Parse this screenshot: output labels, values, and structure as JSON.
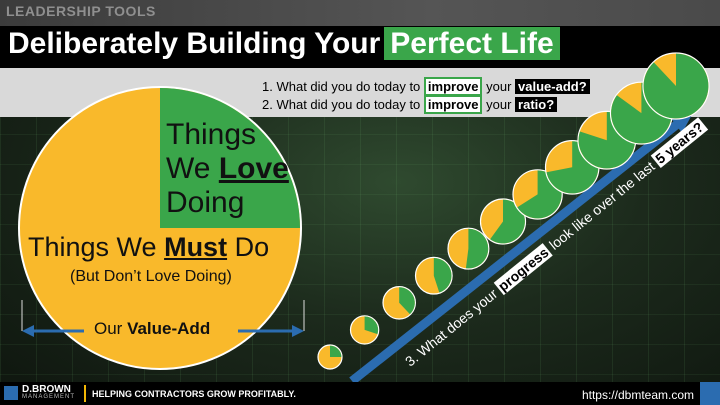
{
  "header": {
    "kicker": "LEADERSHIP TOOLS",
    "title_main": "Deliberately Building Your",
    "title_highlight": "Perfect Life"
  },
  "questions": [
    {
      "num": "1.",
      "pre": "What did you do today to",
      "highlight": "improve",
      "mid": "your",
      "badge": "value-add?"
    },
    {
      "num": "2.",
      "pre": "What did you do today to",
      "highlight": "improve",
      "mid": "your",
      "badge": "ratio?"
    }
  ],
  "big_pie": {
    "love_fraction": 0.25,
    "love_line1": "Things",
    "love_line2": "We",
    "love_word": "Love",
    "love_line3": "Doing",
    "must_pre": "Things We",
    "must_word": "Must",
    "must_post": "Do",
    "must_note": "(But Don’t Love Doing)",
    "valueadd_pre": "Our",
    "valueadd_word": "Value-Add"
  },
  "progress": {
    "label_pre": "3. What does your",
    "label_word1": "progress",
    "label_mid": "look like over the last",
    "label_word2": "5 years?",
    "pie_green_fractions": [
      0.25,
      0.3,
      0.38,
      0.45,
      0.52,
      0.6,
      0.66,
      0.72,
      0.8,
      0.85,
      0.88
    ]
  },
  "footer": {
    "logo_main": "D.BROWN",
    "logo_sub": "MANAGEMENT",
    "tagline": "HELPING CONTRACTORS GROW PROFITABLY.",
    "url": "https://dbmteam.com"
  },
  "colors": {
    "green": "#3aa64a",
    "yellow": "#f9b92b",
    "blue": "#2b6cb0",
    "black": "#000000"
  }
}
